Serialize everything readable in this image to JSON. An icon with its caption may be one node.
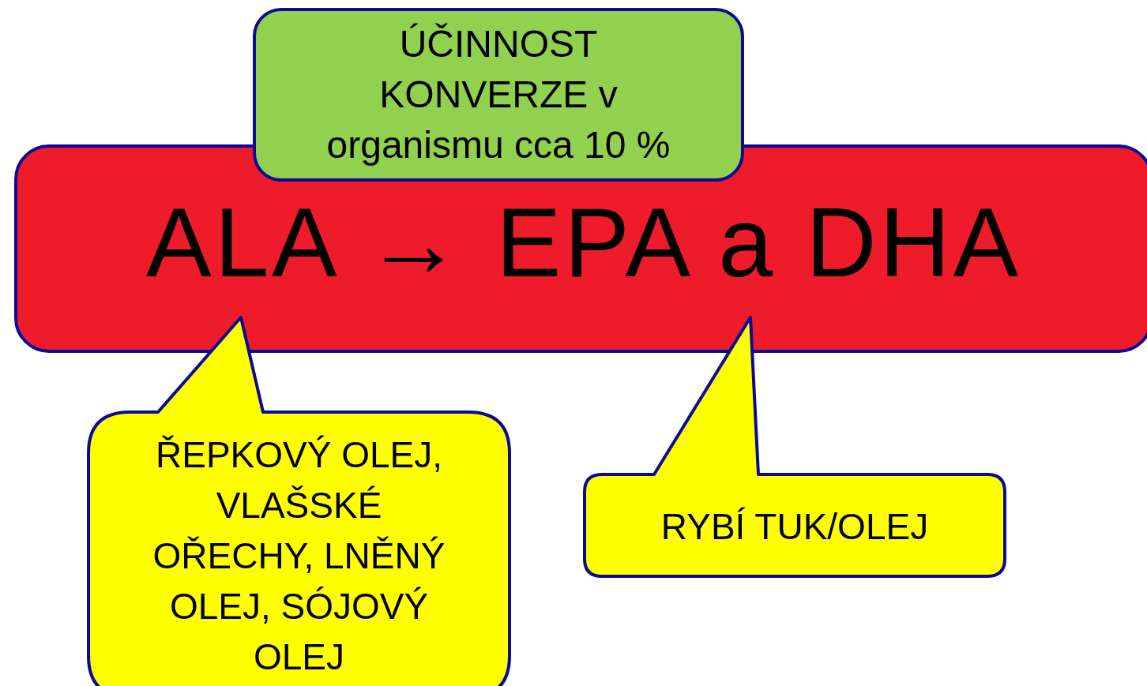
{
  "diagram": {
    "nodes": [
      {
        "text": [
          "ALA → EPA a DHA"
        ]
      },
      {
        "text": [
          "ÚČINNOST KONVERZE v organismu cca 10 %"
        ]
      },
      {
        "text": [
          "ŘEPKOVÝ OLEJ, VLAŠSKÉ OŘECHY, LNĚNÝ OLEJ, SÓJOVÝ OLEJ"
        ]
      },
      {
        "text": [
          "RYBÍ TUK/OLEJ"
        ]
      }
    ]
  }
}
